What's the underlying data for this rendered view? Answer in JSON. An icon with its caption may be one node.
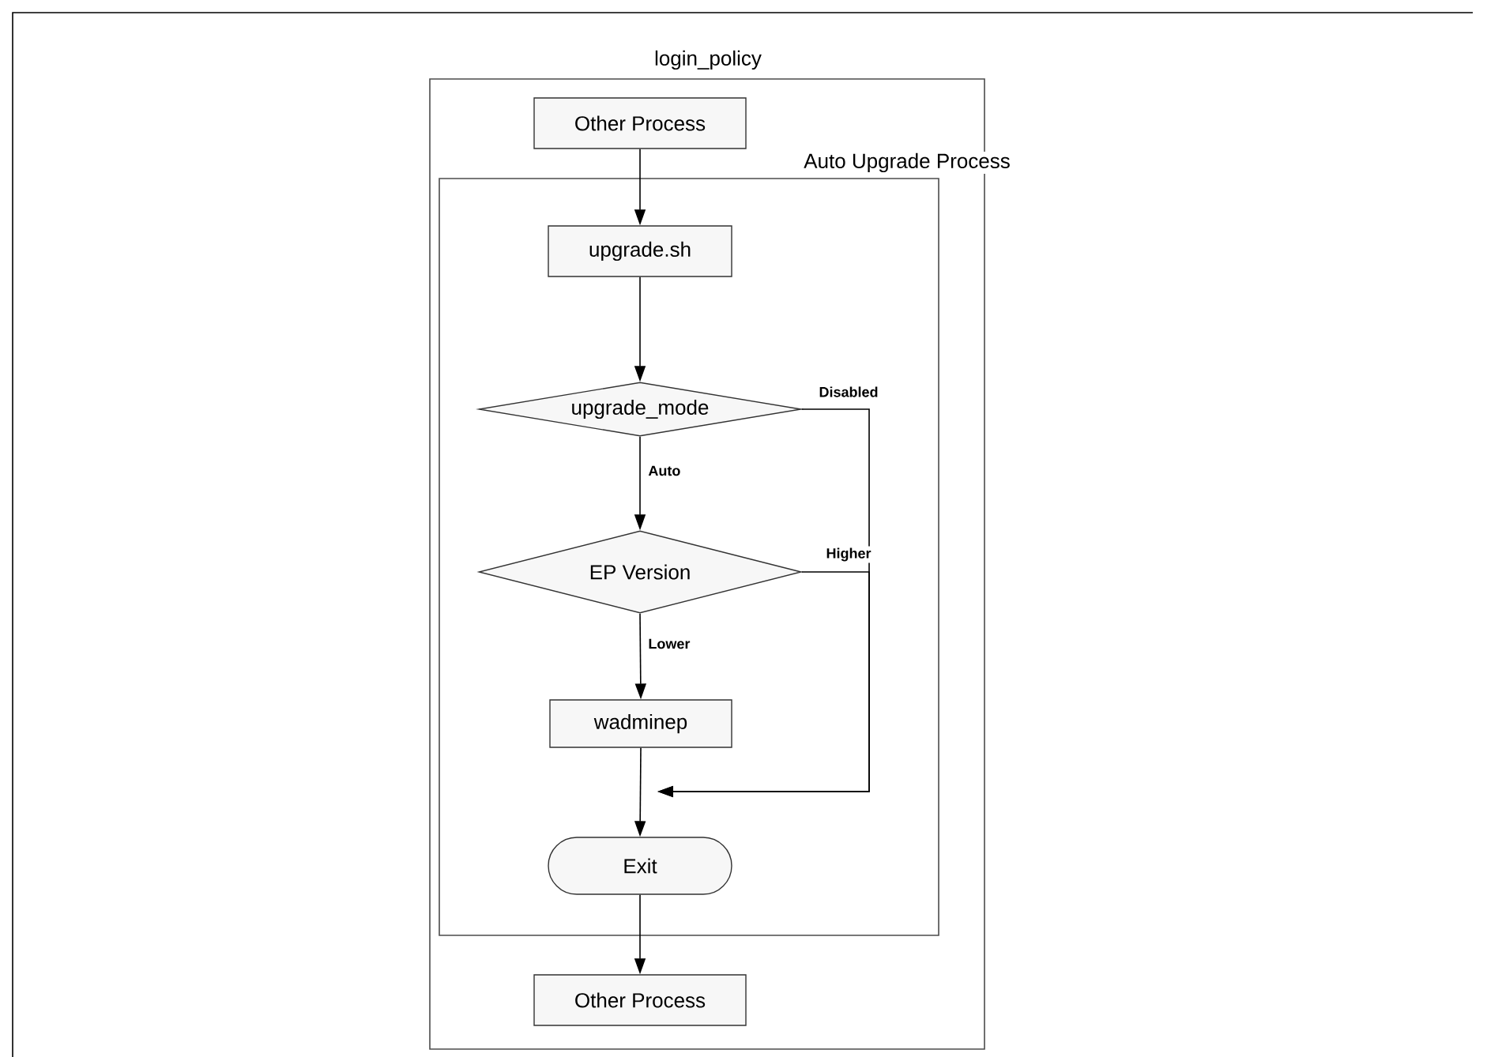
{
  "diagram": {
    "nodes": [
      {
        "text": [
          "login_policy"
        ]
      },
      {
        "text": [
          "Other Process"
        ],
        "in": 0
      },
      {
        "text": [
          "Auto Upgrade Process"
        ],
        "in": 0
      },
      {
        "text": [
          "upgrade.sh"
        ],
        "in": 2
      },
      {
        "text": [
          "upgrade_mode"
        ],
        "in": 2
      },
      {
        "text": [
          "EP Version"
        ],
        "in": 2
      },
      {
        "text": [
          "wadminep"
        ],
        "in": 2
      },
      {
        "text": [
          "Exit"
        ],
        "in": 2
      },
      {
        "text": [
          "Other Process"
        ],
        "in": 0
      }
    ],
    "edges": [
      {
        "from": 1,
        "to": 3,
        "arrow": "to"
      },
      {
        "from": 3,
        "to": 4,
        "arrow": "to"
      },
      {
        "from": 4,
        "to": 5,
        "arrow": "to",
        "label": "Auto"
      },
      {
        "from": 5,
        "to": 6,
        "arrow": "to",
        "label": "Lower"
      },
      {
        "from": 6,
        "to": 7,
        "arrow": "to"
      },
      {
        "from": 4,
        "to": 7,
        "arrow": "to",
        "label": "Disabled"
      },
      {
        "from": 5,
        "to": 7,
        "arrow": "to",
        "label": "Higher"
      },
      {
        "from": 7,
        "to": 8,
        "arrow": "to"
      }
    ]
  }
}
